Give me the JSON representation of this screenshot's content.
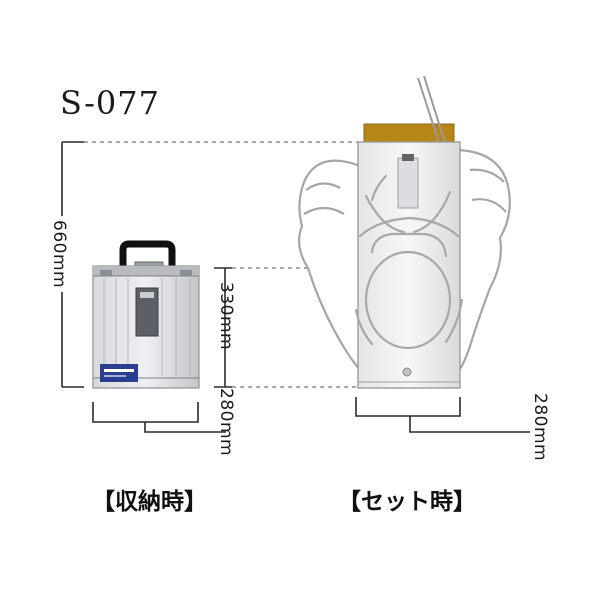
{
  "model": "S-077",
  "dimensions": {
    "total_height": "660mm",
    "case_height": "330mm",
    "case_depth": "280mm",
    "set_depth": "280mm"
  },
  "captions": {
    "storage": "【収納時】",
    "set": "【セット時】"
  },
  "colors": {
    "dashed_line": "#8a8a8a",
    "outline": "#9a9a9a",
    "case_body": "#c9ccd0",
    "case_label": "#2a3d8f",
    "top_band": "#b88518",
    "text": "#1a1a1a"
  },
  "icons": [
    "carry-case-illustration",
    "seated-person-outline",
    "backrest-panel"
  ]
}
